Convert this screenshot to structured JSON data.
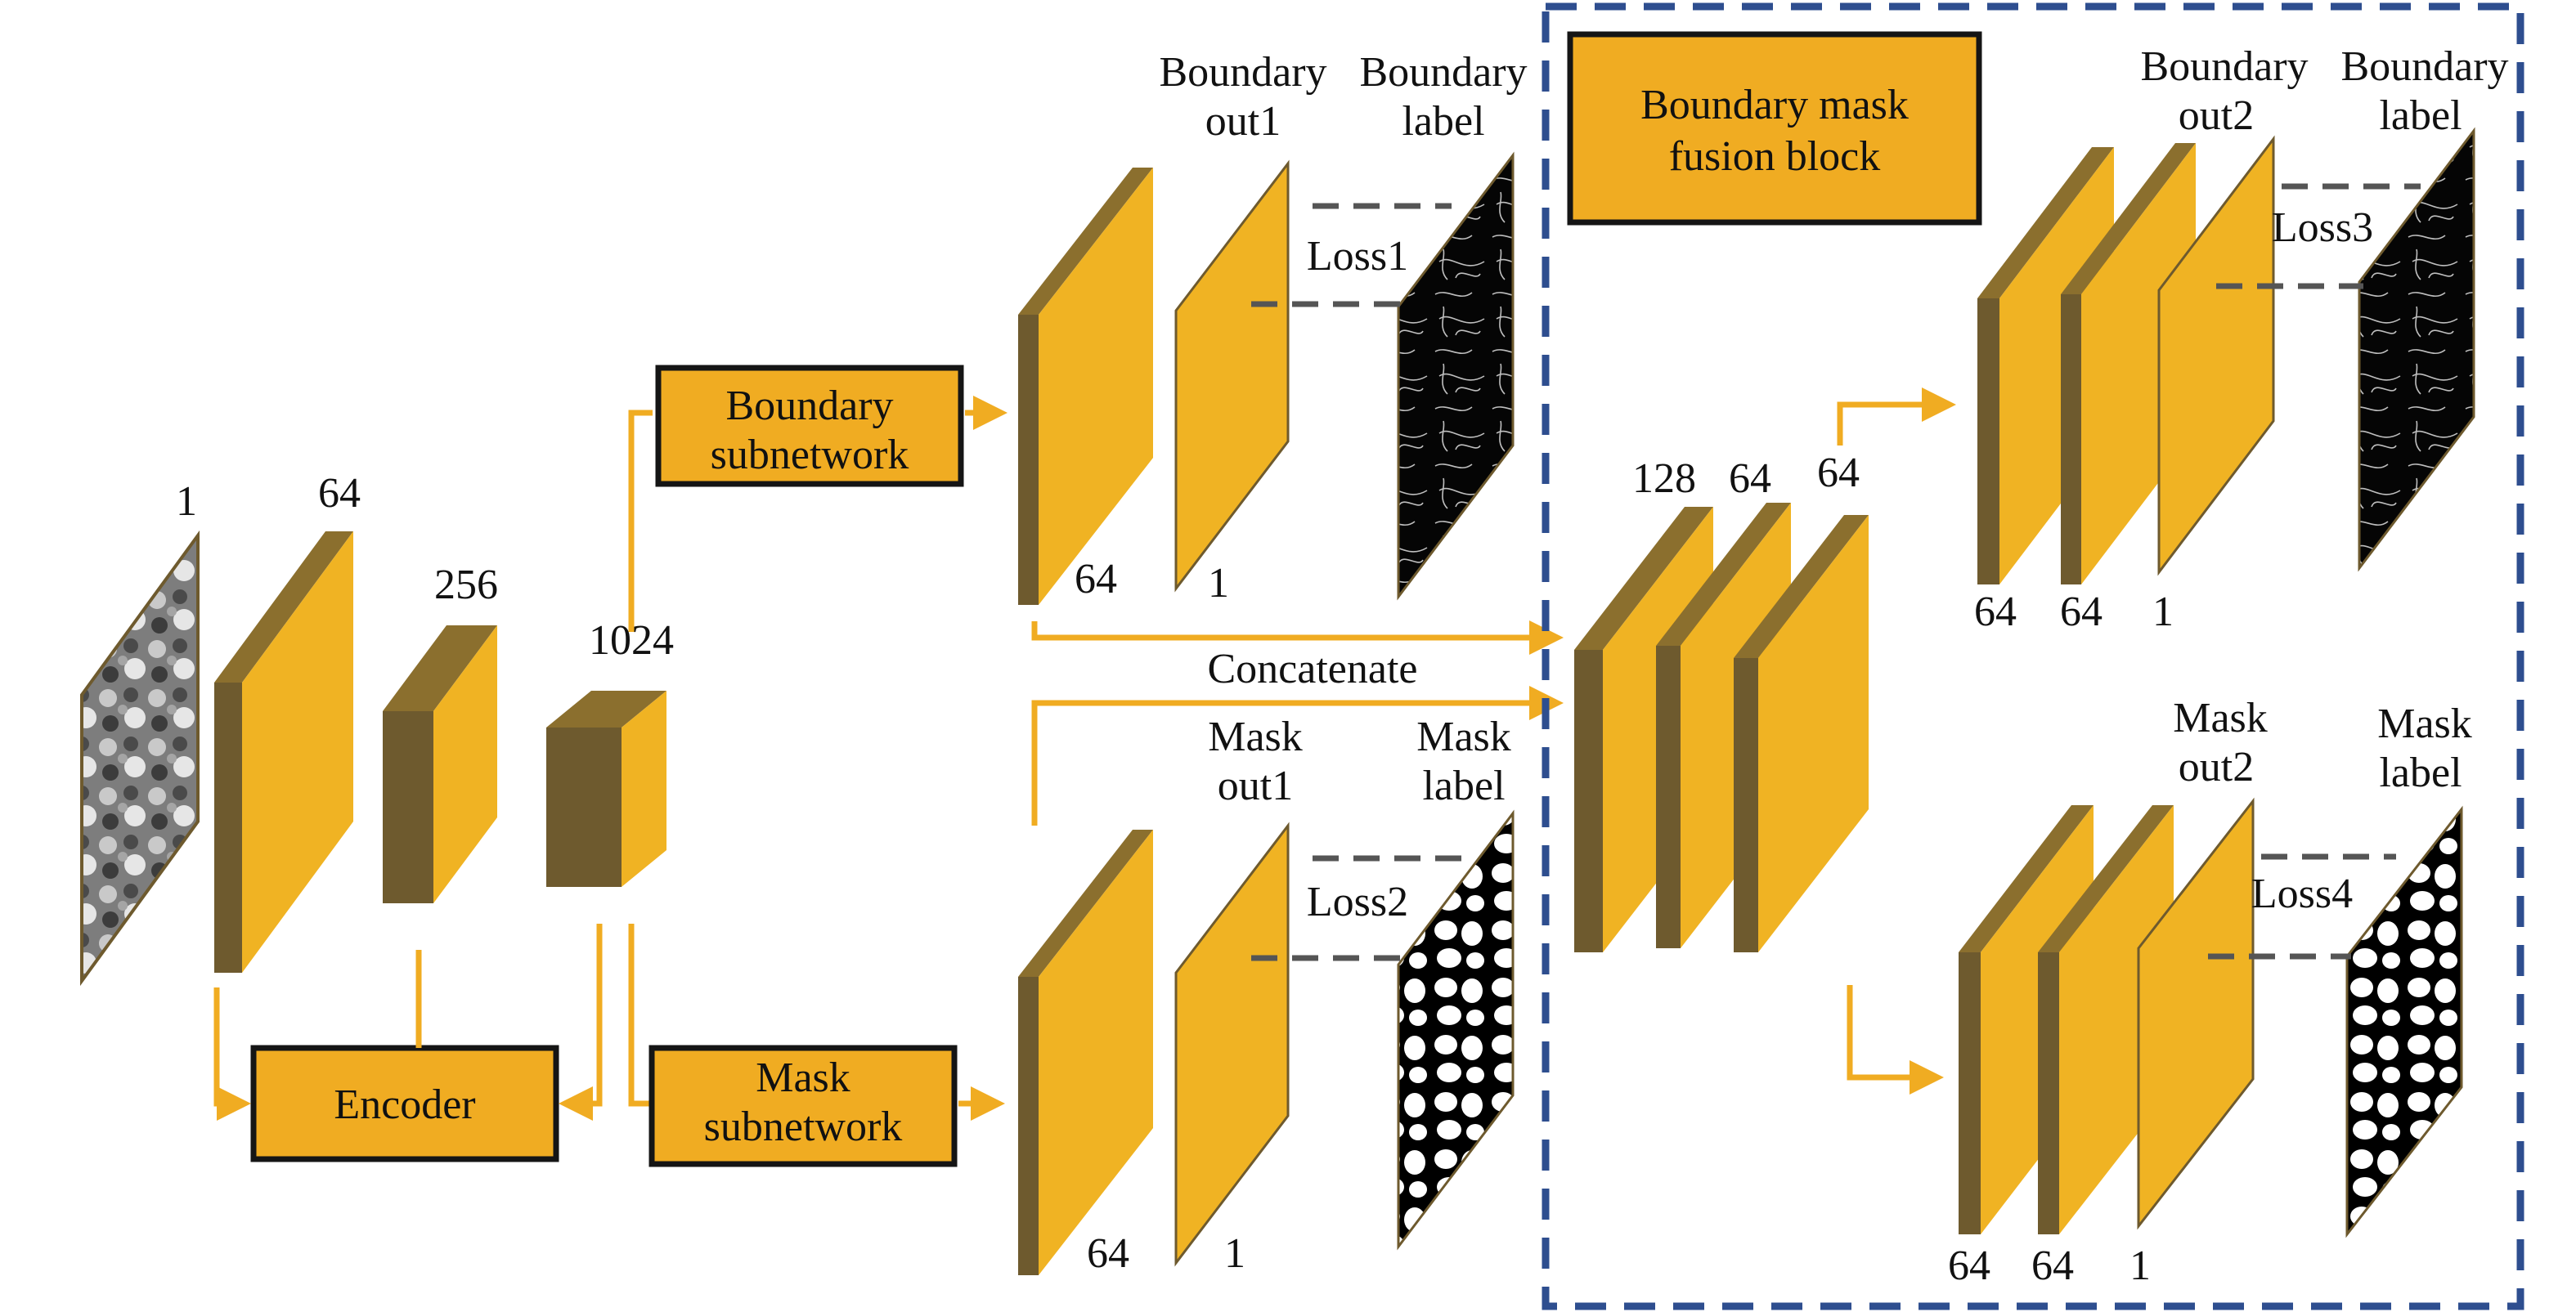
{
  "colors": {
    "layer_front": "#F0B323",
    "layer_side": "#6E5A2E",
    "layer_top": "#8B6F2E",
    "box_fill": "#F0AC22",
    "box_border": "#151515",
    "arrow": "#F0AC22",
    "dashed_frame": "#2E4E8F",
    "dash_line": "#555555"
  },
  "encoder": {
    "input_channels": "1",
    "layer_channels": [
      "64",
      "256",
      "1024"
    ],
    "box_label": "Encoder"
  },
  "subnetworks": {
    "boundary_label_line1": "Boundary",
    "boundary_label_line2": "subnetwork",
    "mask_label_line1": "Mask",
    "mask_label_line2": "subnetwork"
  },
  "boundary_branch": {
    "layer_channels": [
      "64",
      "1"
    ],
    "out_title_line1": "Boundary",
    "out_title_line2": "out1",
    "label_title_line1": "Boundary",
    "label_title_line2": "label",
    "loss": "Loss1"
  },
  "mask_branch": {
    "layer_channels": [
      "64",
      "1"
    ],
    "out_title_line1": "Mask",
    "out_title_line2": "out1",
    "label_title_line1": "Mask",
    "label_title_line2": "label",
    "loss": "Loss2"
  },
  "concatenate_label": "Concatenate",
  "fusion": {
    "title_line1": "Boundary mask",
    "title_line2": "fusion block",
    "concat_channels": [
      "128",
      "64",
      "64"
    ],
    "boundary_out": {
      "layer_channels": [
        "64",
        "64",
        "1"
      ],
      "title_line1": "Boundary",
      "title_line2": "out2",
      "label_line1": "Boundary",
      "label_line2": "label",
      "loss": "Loss3"
    },
    "mask_out": {
      "layer_channels": [
        "64",
        "64",
        "1"
      ],
      "title_line1": "Mask",
      "title_line2": "out2",
      "label_line1": "Mask",
      "label_line2": "label",
      "loss": "Loss4"
    }
  }
}
